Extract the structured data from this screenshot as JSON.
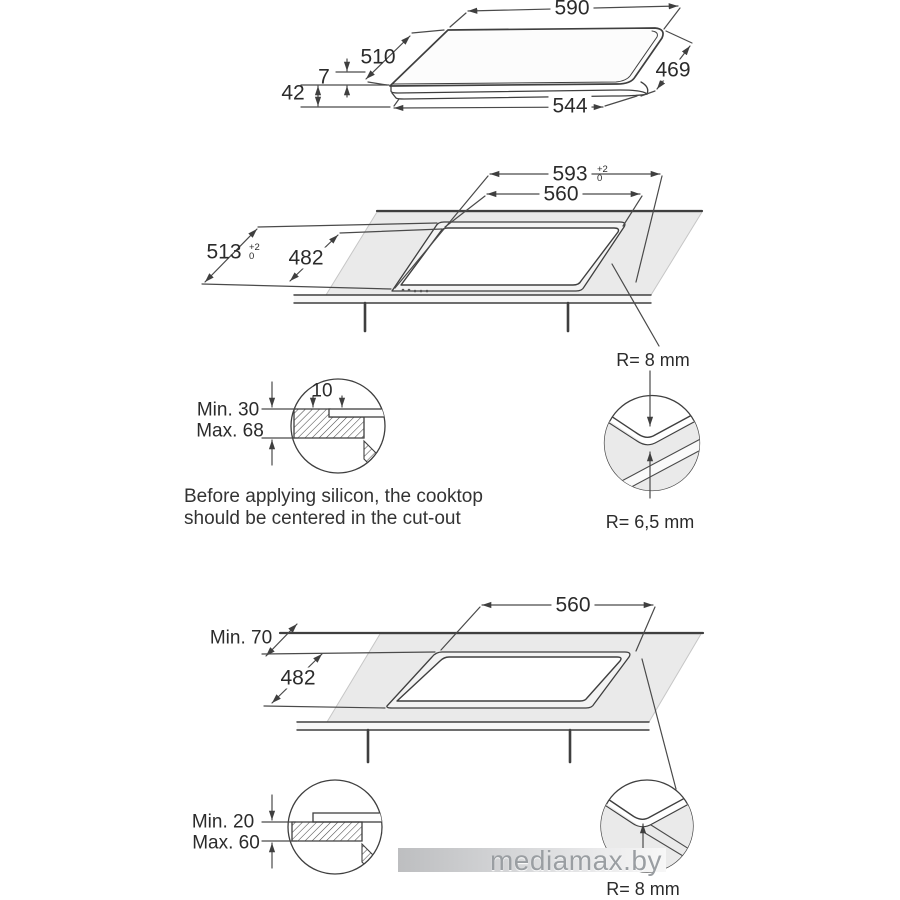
{
  "product_view": {
    "width": "590",
    "depth": "510",
    "depth_right": "469",
    "base_width": "544",
    "glass_thickness": "7",
    "height": "42"
  },
  "flush_mount": {
    "recess_width": "593",
    "recess_width_tol_plus": "+2",
    "recess_width_tol_minus": "0",
    "cutout_width": "560",
    "recess_depth": "513",
    "recess_depth_tol_plus": "+2",
    "recess_depth_tol_minus": "0",
    "cutout_depth": "482",
    "corner_radius_outer": "R= 8 mm",
    "corner_radius_inner": "R= 6,5 mm",
    "ledge_width": "10",
    "thickness_min": "Min. 30",
    "thickness_max": "Max. 68"
  },
  "note": {
    "line1": "Before applying silicon, the cooktop",
    "line2": "should be centered in the cut-out"
  },
  "surface_mount": {
    "cutout_width": "560",
    "wall_clearance": "Min. 70",
    "cutout_depth": "482",
    "thickness_min": "Min. 20",
    "thickness_max": "Max. 60",
    "corner_radius": "R= 8 mm"
  },
  "watermark": {
    "text": "mediamax.by"
  }
}
